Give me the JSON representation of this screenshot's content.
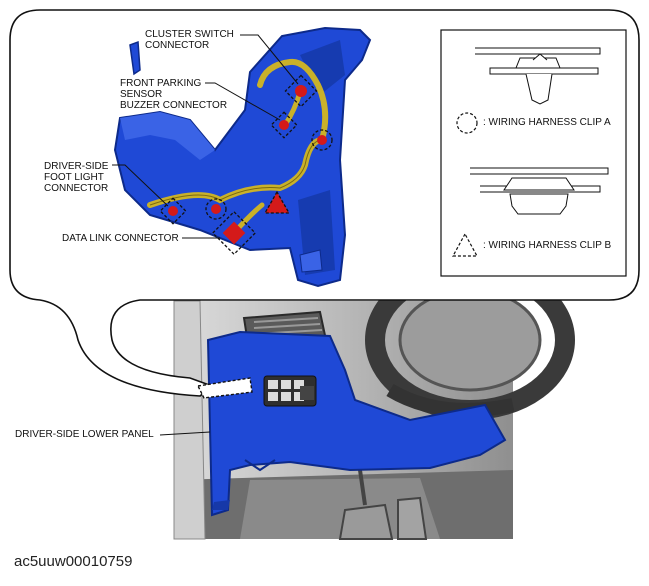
{
  "callouts": {
    "cluster_switch": [
      "CLUSTER SWITCH",
      "CONNECTOR"
    ],
    "front_parking": [
      "FRONT PARKING",
      "SENSOR",
      "BUZZER CONNECTOR"
    ],
    "foot_light": [
      "DRIVER-SIDE",
      "FOOT LIGHT",
      "CONNECTOR"
    ],
    "data_link": "DATA LINK CONNECTOR",
    "lower_panel": "DRIVER-SIDE LOWER PANEL"
  },
  "legend": {
    "clip_a": ": WIRING HARNESS CLIP A",
    "clip_b": ": WIRING HARNESS CLIP B"
  },
  "image_id": "ac5uuw00010759",
  "colors": {
    "panel_blue": "#1f49d6",
    "harness_yellow": "#c9b12a",
    "connector_red": "#d41a1a",
    "outline": "#111111"
  }
}
